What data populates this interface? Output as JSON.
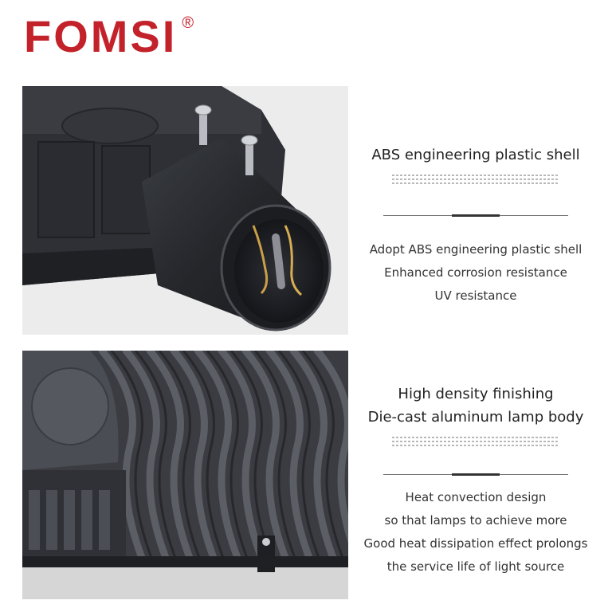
{
  "brand": {
    "name": "FOMSI",
    "registered": "®",
    "color": "#c3222b"
  },
  "section1": {
    "title": "ABS engineering plastic shell",
    "features": [
      "Adopt ABS engineering plastic shell",
      "Enhanced corrosion resistance",
      "UV resistance"
    ]
  },
  "section2": {
    "title_lines": [
      "High density finishing",
      "Die-cast aluminum lamp body"
    ],
    "features": [
      "Heat convection design",
      "so that lamps to achieve more",
      "Good heat dissipation effect prolongs",
      "the service life of light source"
    ]
  }
}
